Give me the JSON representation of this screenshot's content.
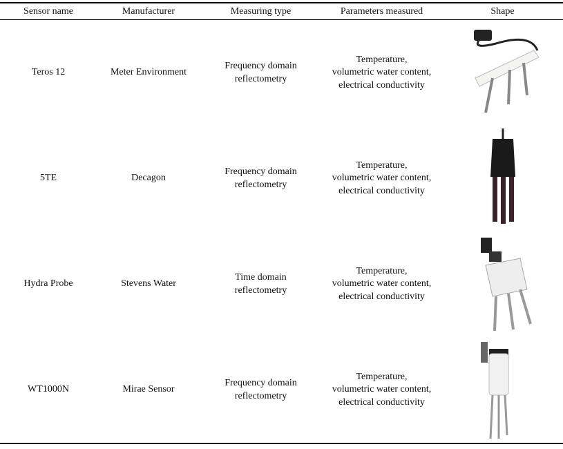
{
  "headers": [
    "Sensor name",
    "Manufacturer",
    "Measuring type",
    "Parameters measured",
    "Shape"
  ],
  "rows": [
    {
      "name": "Teros 12",
      "manufacturer": "Meter Environment",
      "type": "Frequency domain\nreflectometry",
      "params": "Temperature,\nvolumetric water content,\nelectrical conductivity",
      "shape": "teros12-sensor-image"
    },
    {
      "name": "5TE",
      "manufacturer": "Decagon",
      "type": "Frequency domain\nreflectometry",
      "params": "Temperature,\nvolumetric water content,\nelectrical conductivity",
      "shape": "5te-sensor-image"
    },
    {
      "name": "Hydra Probe",
      "manufacturer": "Stevens Water",
      "type": "Time domain\nreflectometry",
      "params": "Temperature,\nvolumetric water content,\nelectrical conductivity",
      "shape": "hydra-probe-sensor-image"
    },
    {
      "name": "WT1000N",
      "manufacturer": "Mirae Sensor",
      "type": "Frequency domain\nreflectometry",
      "params": "Temperature,\nvolumetric water content,\nelectrical conductivity",
      "shape": "wt1000n-sensor-image"
    }
  ]
}
